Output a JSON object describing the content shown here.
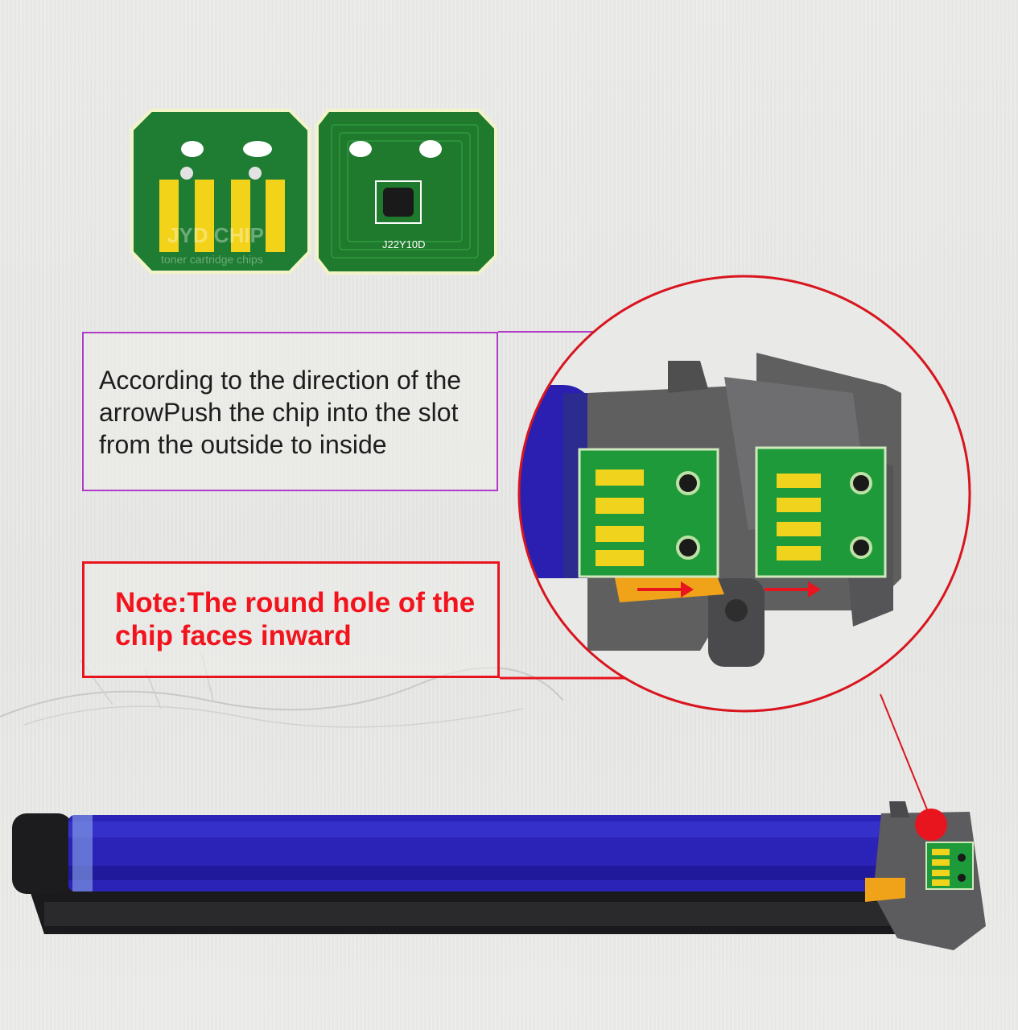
{
  "top_chips": {
    "back_chip": {
      "watermark_line1": "JYD CHIP",
      "watermark_line2": "toner cartridge chips"
    },
    "front_chip": {
      "marking": "J22Y10D"
    }
  },
  "info_box": {
    "text": "According to the direction of the arrowPush the chip into the slot from the outside to inside"
  },
  "note_box": {
    "text": "Note:The round hole of the chip faces inward"
  },
  "colors": {
    "info_border": "#b03cc8",
    "note_border": "#e8141e",
    "callout_circle": "#d8151e",
    "chip_green": "#1f7a2d",
    "contact_gold": "#f0d31c",
    "drum_blue": "#2a1fb0"
  },
  "icons": {
    "arrows": "right-arrow-icon",
    "marker": "red-dot-icon"
  }
}
